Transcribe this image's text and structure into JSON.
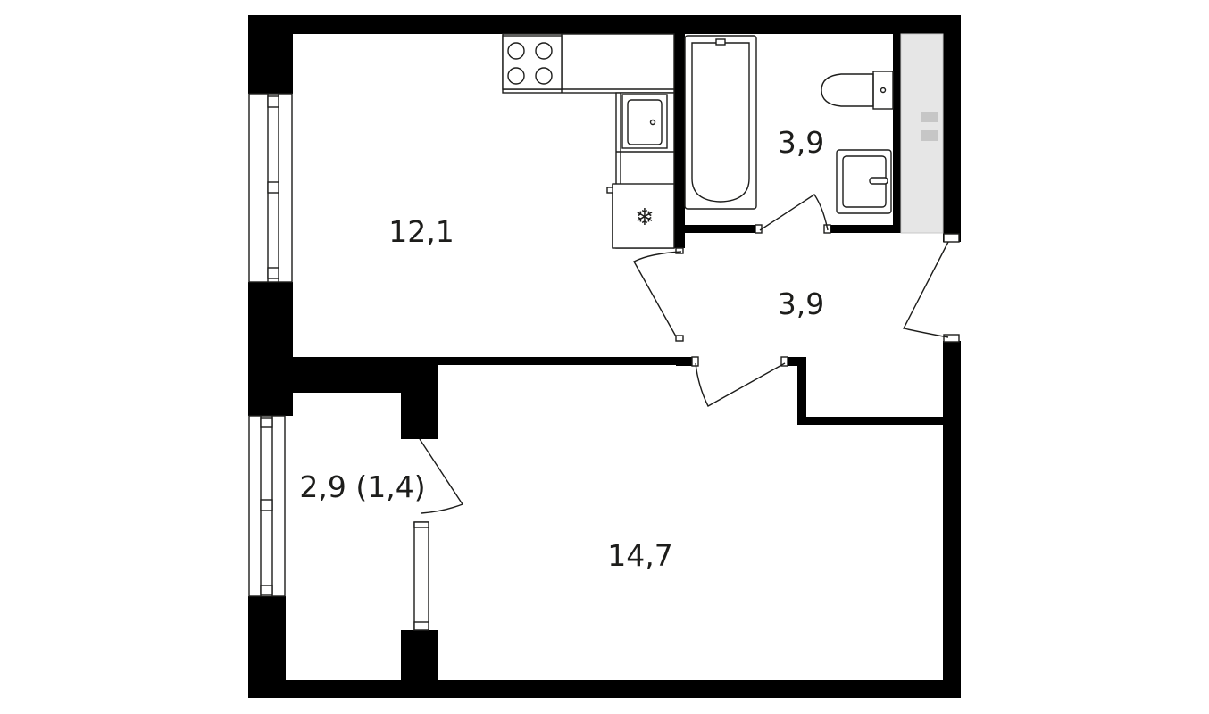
{
  "plan": {
    "rooms": [
      {
        "id": "kitchen_living",
        "area": "12,1"
      },
      {
        "id": "bathroom",
        "area": "3,9"
      },
      {
        "id": "hallway",
        "area": "3,9"
      },
      {
        "id": "loggia",
        "area": "2,9 (1,4)"
      },
      {
        "id": "bedroom",
        "area": "14,7"
      }
    ],
    "fixtures": [
      "stove-icon",
      "kitchen-sink-icon",
      "fridge-icon",
      "bathtub-icon",
      "toilet-icon",
      "washbasin-icon",
      "ventilation-shaft"
    ],
    "colors": {
      "wall": "#000000",
      "line": "#1d1d1b",
      "shaft": "#e6e6e6",
      "background": "#ffffff"
    }
  }
}
